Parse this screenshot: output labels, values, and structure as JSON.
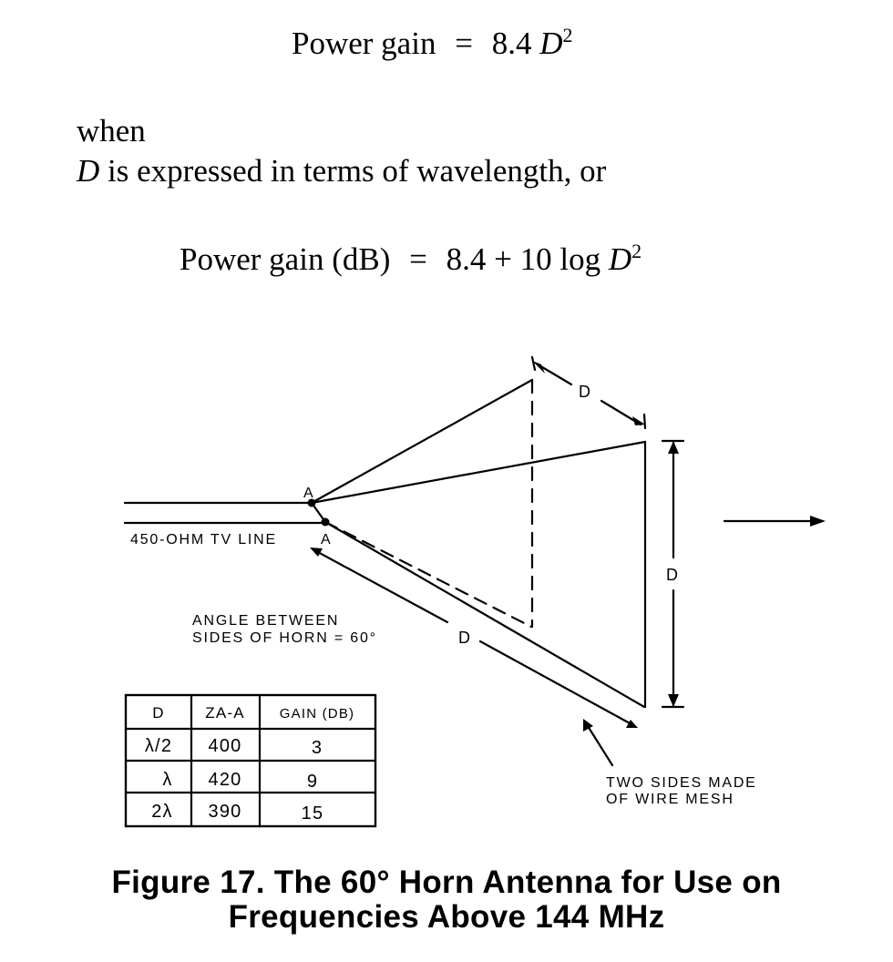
{
  "equation_1": {
    "lhs": "Power gain",
    "op": "=",
    "coef": "8.4",
    "var": "D",
    "exp": "2"
  },
  "paragraph": {
    "line1": "when",
    "line2_var": "D",
    "line2_text": " is expressed in terms of wavelength, or"
  },
  "equation_2": {
    "lhs": "Power gain (dB)",
    "op": "=",
    "rhs": "8.4 + 10 log",
    "var": "D",
    "exp": "2"
  },
  "diagram": {
    "label_a_top": "A",
    "label_a_bottom": "A",
    "line_label": "450-OHM TV LINE",
    "d_top": "D",
    "d_side": "D",
    "d_diag": "D",
    "angle_note_line1": "ANGLE BETWEEN",
    "angle_note_line2": "SIDES OF HORN = 60°",
    "mesh_note_line1": "TWO SIDES MADE",
    "mesh_note_line2": "OF WIRE MESH"
  },
  "table": {
    "headers": [
      "D",
      "ZA-A",
      "GAIN (DB)"
    ],
    "rows": [
      [
        "λ/2",
        "400",
        "3"
      ],
      [
        "λ",
        "420",
        "9"
      ],
      [
        "2λ",
        "390",
        "15"
      ]
    ]
  },
  "caption": {
    "line1": "Figure 17. The 60° Horn Antenna for Use on",
    "line2": "Frequencies Above 144 MHz"
  }
}
